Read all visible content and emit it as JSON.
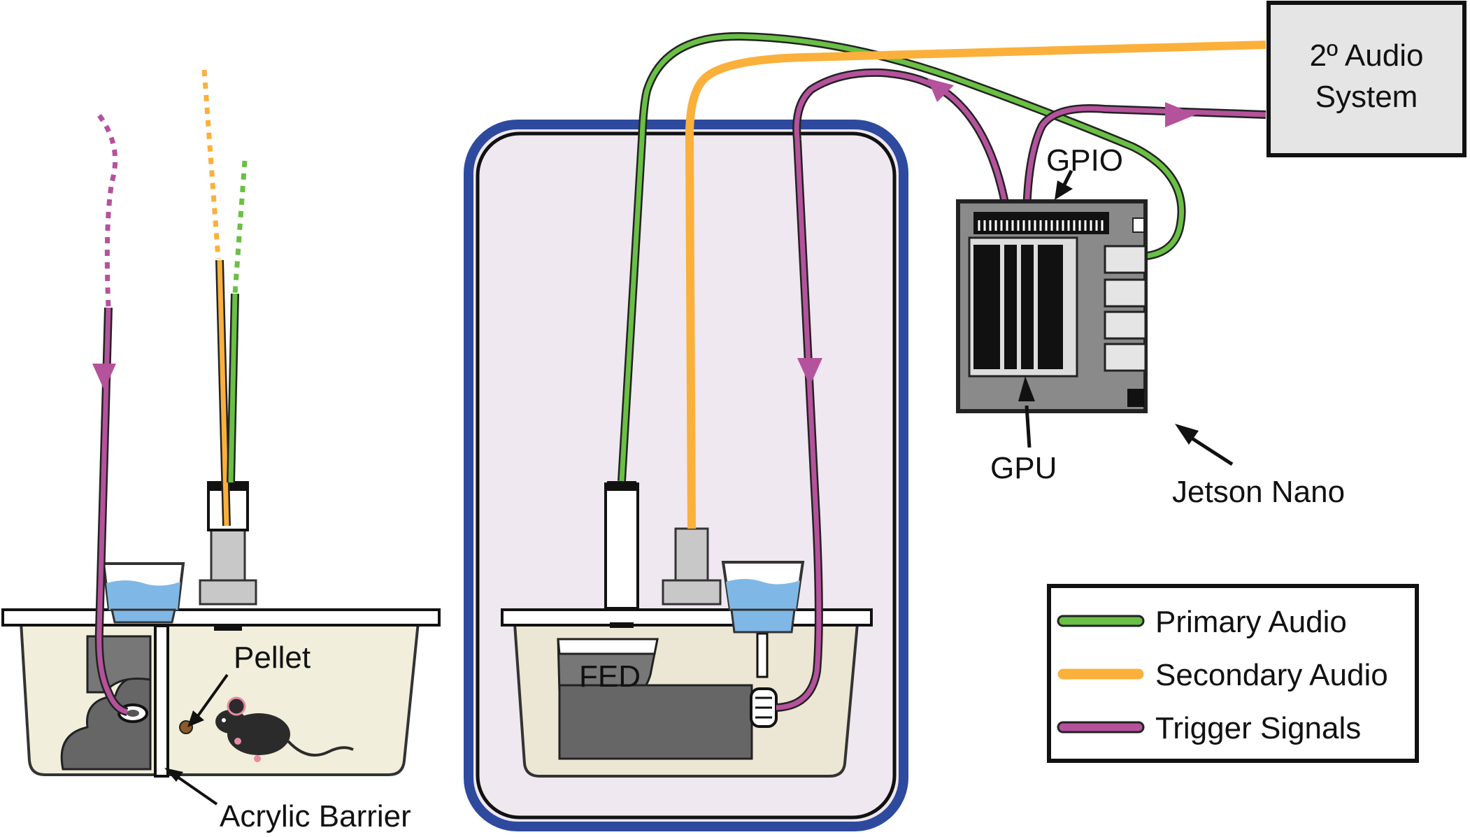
{
  "labels": {
    "pellet": "Pellet",
    "acrylic_barrier": "Acrylic Barrier",
    "fed": "FED",
    "gpio": "GPIO",
    "gpu": "GPU",
    "jetson_nano": "Jetson Nano",
    "audio_system_line1": "2º Audio",
    "audio_system_line2": "System"
  },
  "legend": {
    "items": [
      {
        "label": "Primary Audio",
        "color": "#6abf45"
      },
      {
        "label": "Secondary Audio",
        "color": "#fbb03b"
      },
      {
        "label": "Trigger Signals",
        "color": "#b5529c"
      }
    ]
  },
  "colors": {
    "primary_audio": "#6abf45",
    "secondary_audio": "#fbb03b",
    "trigger": "#b5529c",
    "chamber_border": "#2e4a9e",
    "chamber_fill": "#efe8f0",
    "cage_fill": "#f1eedb",
    "water": "#7fb8e6"
  },
  "icons": [
    "mouse-icon",
    "speaker-icon",
    "microphone-icon",
    "water-bottle-icon",
    "arrow-icon"
  ]
}
